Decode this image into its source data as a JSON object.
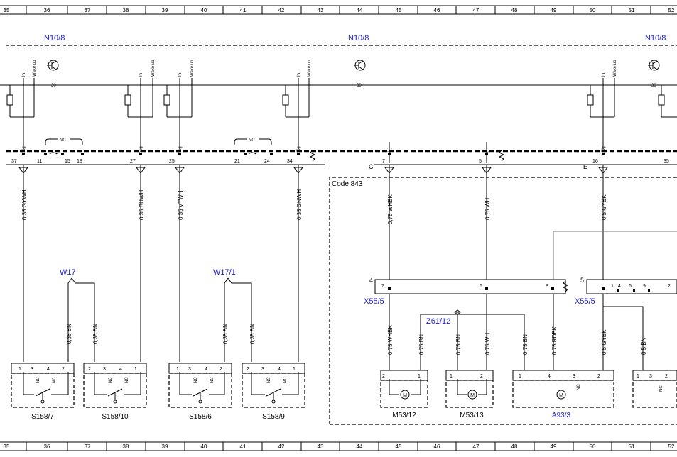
{
  "ruler": {
    "columns": [
      "35",
      "36",
      "37",
      "38",
      "39",
      "40",
      "41",
      "42",
      "43",
      "44",
      "45",
      "46",
      "47",
      "48",
      "49",
      "50",
      "51",
      "52"
    ]
  },
  "module": {
    "name_left": "N10/8",
    "name_center": "N10/8",
    "name_right": "N10/8",
    "bus_label_1": "30",
    "bus_label_2": "30",
    "bus_label_3": "30",
    "pin_in": "In",
    "pin_wake": "Wake up",
    "pin_sig": "Sig",
    "pin_plus": "(+)",
    "nc": "NC"
  },
  "connector_pins": {
    "p37": "37",
    "p11": "11",
    "p15": "15",
    "p18": "18",
    "p27": "27",
    "p25": "25",
    "p21": "21",
    "p24": "24",
    "p34": "34",
    "p7": "7",
    "p5": "5",
    "p16": "16",
    "p35": "35",
    "letter_c": "C",
    "letter_e": "E"
  },
  "wires": {
    "w1": "0,35 GYWH",
    "w2": "0,35 BUWH",
    "w3": "0,35 VTWH",
    "w4": "0,35 GNWH",
    "w5": "0,75 WHBK",
    "w6": "0,75 WH",
    "w7": "0,5 GYBK",
    "bn1": "0,35 BN",
    "bn2": "0,35 BN",
    "bn3": "0,35 BN",
    "bn4": "0,35 BN",
    "m1a": "0,75 WHBK",
    "m1b": "0,75 BN",
    "m2a": "0,75 BN",
    "m2b": "0,75 WH",
    "a1": "0,75 BN",
    "a2": "0,75 RDBK",
    "a3": "0,5 GYBK",
    "a4": "0,5 BN"
  },
  "code_box": {
    "label": "Code 843"
  },
  "splices": {
    "w17": "W17",
    "w17_1": "W17/1",
    "z61": "Z61/12"
  },
  "connectors": {
    "x55_5a": "X55/5",
    "x55_5b": "X55/5",
    "num4": "4",
    "num5": "5",
    "x_p7": "7",
    "x_p6": "6",
    "x_p8": "8",
    "x_p1": "1",
    "x_p4": "4",
    "x_p6b": "6",
    "x_p9": "9",
    "x_p2": "2"
  },
  "switch_pins": [
    "1",
    "3",
    "4",
    "2"
  ],
  "switch_nc": "NC",
  "components": {
    "s158_7": "S158/7",
    "s158_10": "S158/10",
    "s158_6": "S158/6",
    "s158_9": "S158/9",
    "m53_12": "M53/12",
    "m53_13": "M53/13",
    "a93_3": "A93/3"
  },
  "motor_pins": {
    "m12_l": "2",
    "m12_r": "1",
    "m13_l": "1",
    "m13_r": "2",
    "a93_1": "1",
    "a93_4": "4",
    "a93_3": "3",
    "a93_2": "2",
    "r_1": "1",
    "r_3": "3",
    "r_2": "2"
  },
  "motor_symbol": "M"
}
